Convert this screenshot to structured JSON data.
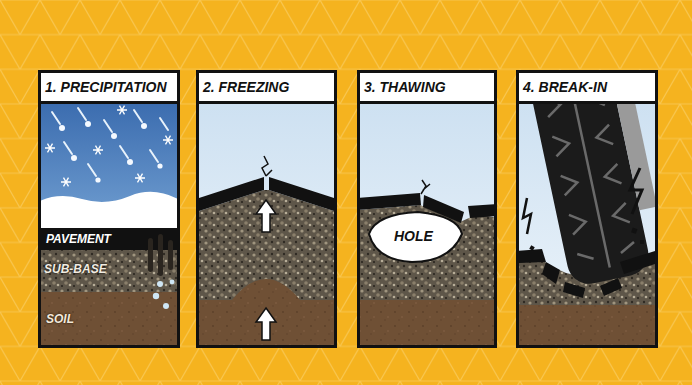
{
  "diagram": {
    "nodes": [
      {
        "text": [
          "1. PRECIPITATION"
        ]
      },
      {
        "text": [
          "2. FREEZING"
        ]
      },
      {
        "text": [
          "3. THAWING"
        ]
      },
      {
        "text": [
          "4. BREAK-IN"
        ]
      }
    ],
    "labels": [
      "PAVEMENT",
      "SUB-BASE",
      "SOIL",
      "HOLE"
    ]
  }
}
